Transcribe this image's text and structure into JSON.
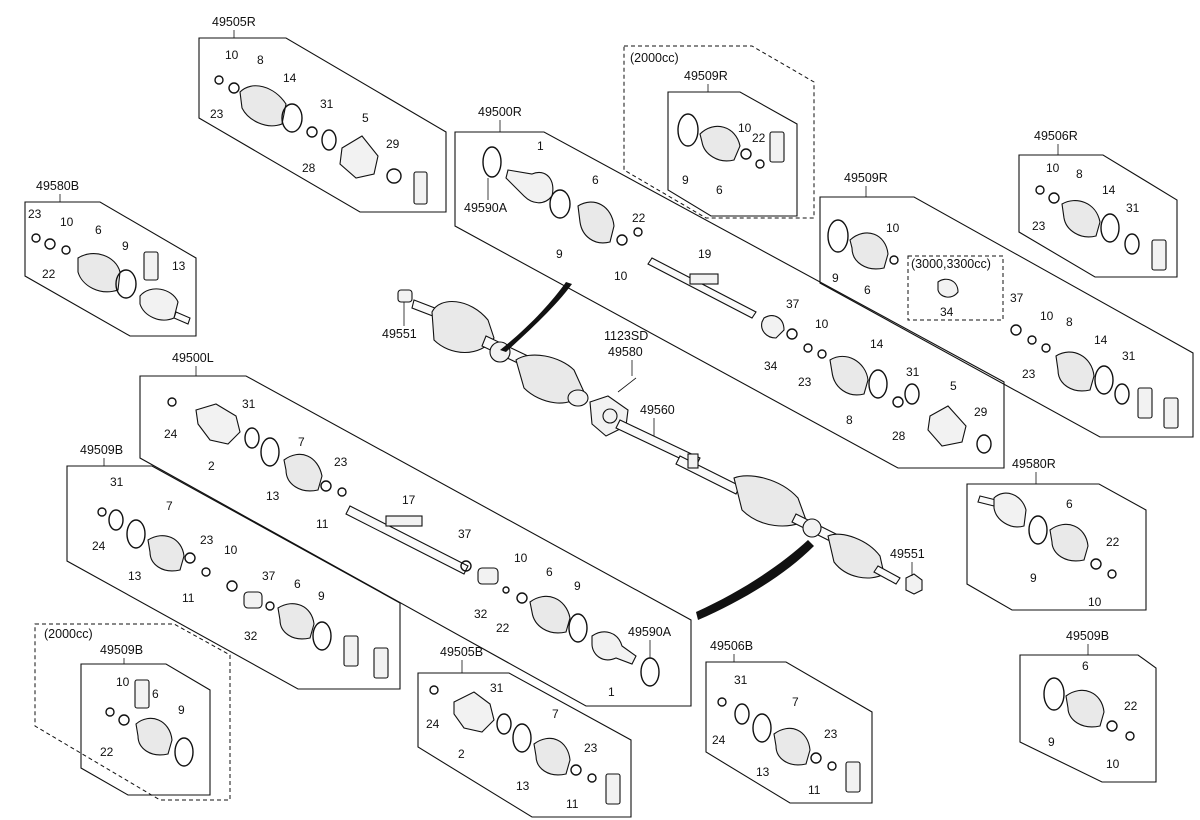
{
  "diagram": {
    "title": "",
    "groups": {
      "g49505R": "49505R",
      "g49580B": "49580B",
      "g49500R": "49500R",
      "g49509R_2000": "49509R",
      "g49509R_2000_note": "(2000cc)",
      "g49506R": "49506R",
      "g49509R": "49509R",
      "g49509R_note": "(3000,3300cc)",
      "g49500L": "49500L",
      "g49509B": "49509B",
      "g49509B_2000": "49509B",
      "g49509B_2000_note": "(2000cc)",
      "g49505B": "49505B",
      "g49506B": "49506B",
      "g49580R": "49580R",
      "g49509B_r": "49509B"
    },
    "callouts": {
      "n49551a": "49551",
      "n49551b": "49551",
      "n1123SD": "1123SD",
      "n49580": "49580",
      "n49560": "49560",
      "n49590A_top": "49590A",
      "n49590A_bot": "49590A"
    },
    "numbers": {
      "n1": "1",
      "n2": "2",
      "n5": "5",
      "n6": "6",
      "n7": "7",
      "n8": "8",
      "n9": "9",
      "n10": "10",
      "n11": "11",
      "n13": "13",
      "n14": "14",
      "n17": "17",
      "n19": "19",
      "n22": "22",
      "n23": "23",
      "n24": "24",
      "n28": "28",
      "n29": "29",
      "n31": "31",
      "n32": "32",
      "n34": "34",
      "n37": "37"
    }
  }
}
